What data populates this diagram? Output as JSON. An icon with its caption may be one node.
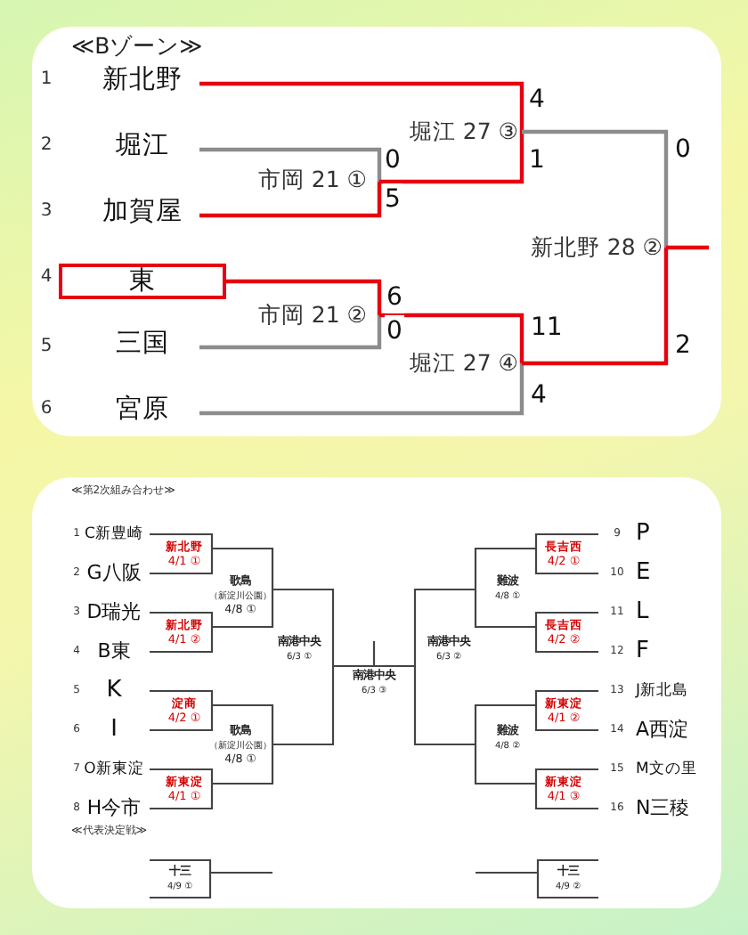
{
  "diagram": {
    "title": "≪Bゾーン≫",
    "nodes": [
      {
        "text": [
          "新北野"
        ],
        "beside": [
          "1"
        ]
      },
      {
        "text": [
          "堀江"
        ],
        "beside": [
          "2"
        ]
      },
      {
        "text": [
          "加賀屋"
        ],
        "beside": [
          "3"
        ]
      },
      {
        "text": [
          "東"
        ],
        "beside": [
          "4"
        ]
      },
      {
        "text": [
          "三国"
        ]
      },
      {
        "text": [
          "宮原"
        ],
        "beside": [
          "6"
        ]
      },
      {
        "text": [
          "市岡 21 ①"
        ]
      },
      {
        "text": [
          "堀江 27 ③"
        ]
      },
      {
        "text": [
          "市岡 21 ②"
        ]
      },
      {
        "text": [
          "堀江 27 ④"
        ]
      },
      {
        "text": [
          "新北野 28 ②"
        ]
      },
      {
        "text": [
          "C新豊崎"
        ],
        "beside": [
          "1"
        ]
      },
      {
        "text": [
          "G八阪"
        ],
        "beside": [
          "2"
        ]
      },
      {
        "text": [
          "D瑞光"
        ],
        "beside": [
          "3"
        ]
      },
      {
        "text": [
          "B東"
        ],
        "beside": [
          "4"
        ]
      },
      {
        "text": [
          "K"
        ],
        "beside": [
          "5"
        ]
      },
      {
        "text": [
          "I"
        ],
        "beside": [
          "6"
        ]
      },
      {
        "text": [
          "O新東淀"
        ],
        "beside": [
          "7"
        ]
      },
      {
        "text": [
          "H今市"
        ],
        "beside": [
          "8"
        ]
      },
      {
        "text": [
          "P"
        ],
        "beside": [
          "9"
        ]
      },
      {
        "text": [
          "E"
        ],
        "beside": [
          "10"
        ]
      },
      {
        "text": [
          "L"
        ],
        "beside": [
          "11"
        ]
      },
      {
        "text": [
          "F"
        ],
        "beside": [
          "12"
        ]
      },
      {
        "text": [
          "J新北島"
        ],
        "beside": [
          "13"
        ]
      },
      {
        "text": [
          "A西淀"
        ],
        "beside": [
          "14"
        ]
      },
      {
        "text": [
          "M文の里"
        ],
        "beside": [
          "15"
        ]
      },
      {
        "text": [
          "N三稜"
        ],
        "beside": [
          "16"
        ]
      },
      {
        "text": [
          "新北野",
          "4/1 ①"
        ]
      },
      {
        "text": [
          "新北野",
          "4/1 ②"
        ]
      },
      {
        "text": [
          "淀商",
          "4/2 ①"
        ]
      },
      {
        "text": [
          "新東淀",
          "4/1 ①"
        ]
      },
      {
        "text": [
          "長吉西",
          "4/2 ①"
        ]
      },
      {
        "text": [
          "長吉西",
          "4/2 ②"
        ]
      },
      {
        "text": [
          "新東淀",
          "4/1 ②"
        ]
      },
      {
        "text": [
          "新東淀",
          "4/1 ③"
        ]
      },
      {
        "text": [
          "歌島",
          "（新淀川公園）",
          "4/8 ①"
        ]
      },
      {
        "text": [
          "歌島",
          "（新淀川公園）",
          "4/8 ①"
        ]
      },
      {
        "text": [
          "難波",
          "4/8 ①"
        ]
      },
      {
        "text": [
          "難波",
          "4/8 ②"
        ]
      },
      {
        "text": [
          "南港中央",
          "6/3 ①"
        ]
      },
      {
        "text": [
          "南港中央",
          "6/3 ②"
        ]
      },
      {
        "text": [
          "南港中央",
          "6/3 ③"
        ]
      },
      {
        "text": [
          "十三",
          "4/9 ①"
        ]
      },
      {
        "text": [
          "十三",
          "4/9 ②"
        ]
      }
    ],
    "edges": [
      {
        "from": 0,
        "to": 7,
        "arrow": "none",
        "label": "4",
        "color": "#e60012"
      },
      {
        "from": 1,
        "to": 6,
        "arrow": "none",
        "label": "0",
        "color": "#8c8c8c"
      },
      {
        "from": 2,
        "to": 6,
        "arrow": "none",
        "label": "5",
        "color": "#e60012"
      },
      {
        "from": 6,
        "to": 7,
        "arrow": "none",
        "label": "1",
        "color": "#e60012"
      },
      {
        "from": 7,
        "to": 10,
        "arrow": "none",
        "label": "0",
        "color": "#8c8c8c"
      },
      {
        "from": 3,
        "to": 8,
        "arrow": "none",
        "label": "6",
        "color": "#e60012"
      },
      {
        "from": 4,
        "to": 8,
        "arrow": "none",
        "label": "0",
        "color": "#8c8c8c"
      },
      {
        "from": 8,
        "to": 9,
        "arrow": "none",
        "label": "11",
        "color": "#e60012"
      },
      {
        "from": 5,
        "to": 9,
        "arrow": "none",
        "label": "4",
        "color": "#8c8c8c"
      },
      {
        "from": 9,
        "to": 10,
        "arrow": "none",
        "label": "2",
        "color": "#e60012"
      },
      {
        "from": 10,
        "to": null,
        "arrow": "none",
        "color": "#e60012"
      },
      {
        "from": 11,
        "to": 27,
        "arrow": "none"
      },
      {
        "from": 12,
        "to": 27,
        "arrow": "none"
      },
      {
        "from": 13,
        "to": 28,
        "arrow": "none"
      },
      {
        "from": 14,
        "to": 28,
        "arrow": "none"
      },
      {
        "from": 15,
        "to": 29,
        "arrow": "none"
      },
      {
        "from": 16,
        "to": 29,
        "arrow": "none"
      },
      {
        "from": 17,
        "to": 30,
        "arrow": "none"
      },
      {
        "from": 18,
        "to": 30,
        "arrow": "none"
      },
      {
        "from": 19,
        "to": 31,
        "arrow": "none"
      },
      {
        "from": 20,
        "to": 31,
        "arrow": "none"
      },
      {
        "from": 21,
        "to": 32,
        "arrow": "none"
      },
      {
        "from": 22,
        "to": 32,
        "arrow": "none"
      },
      {
        "from": 23,
        "to": 33,
        "arrow": "none"
      },
      {
        "from": 24,
        "to": 33,
        "arrow": "none"
      },
      {
        "from": 25,
        "to": 34,
        "arrow": "none"
      },
      {
        "from": 26,
        "to": 34,
        "arrow": "none"
      },
      {
        "from": 27,
        "to": 35,
        "arrow": "none"
      },
      {
        "from": 28,
        "to": 35,
        "arrow": "none"
      },
      {
        "from": 29,
        "to": 36,
        "arrow": "none"
      },
      {
        "from": 30,
        "to": 36,
        "arrow": "none"
      },
      {
        "from": 31,
        "to": 37,
        "arrow": "none"
      },
      {
        "from": 32,
        "to": 37,
        "arrow": "none"
      },
      {
        "from": 33,
        "to": 38,
        "arrow": "none"
      },
      {
        "from": 34,
        "to": 38,
        "arrow": "none"
      },
      {
        "from": 35,
        "to": 39,
        "arrow": "none"
      },
      {
        "from": 36,
        "to": 39,
        "arrow": "none"
      },
      {
        "from": 37,
        "to": 40,
        "arrow": "none"
      },
      {
        "from": 38,
        "to": 40,
        "arrow": "none"
      },
      {
        "from": 39,
        "to": 41,
        "arrow": "none"
      },
      {
        "from": 40,
        "to": 41,
        "arrow": "none"
      },
      {
        "from": 41,
        "to": null,
        "arrow": "none"
      },
      {
        "from": null,
        "to": 42,
        "arrow": "none"
      },
      {
        "from": null,
        "to": 42,
        "arrow": "none"
      },
      {
        "from": 42,
        "to": null,
        "arrow": "none"
      },
      {
        "from": null,
        "to": 43,
        "arrow": "none"
      },
      {
        "from": null,
        "to": 43,
        "arrow": "none"
      },
      {
        "from": 43,
        "to": null,
        "arrow": "none"
      }
    ],
    "labels": [
      "≪第2次組み合わせ≫",
      "≪代表決定戦≫",
      "5"
    ]
  }
}
